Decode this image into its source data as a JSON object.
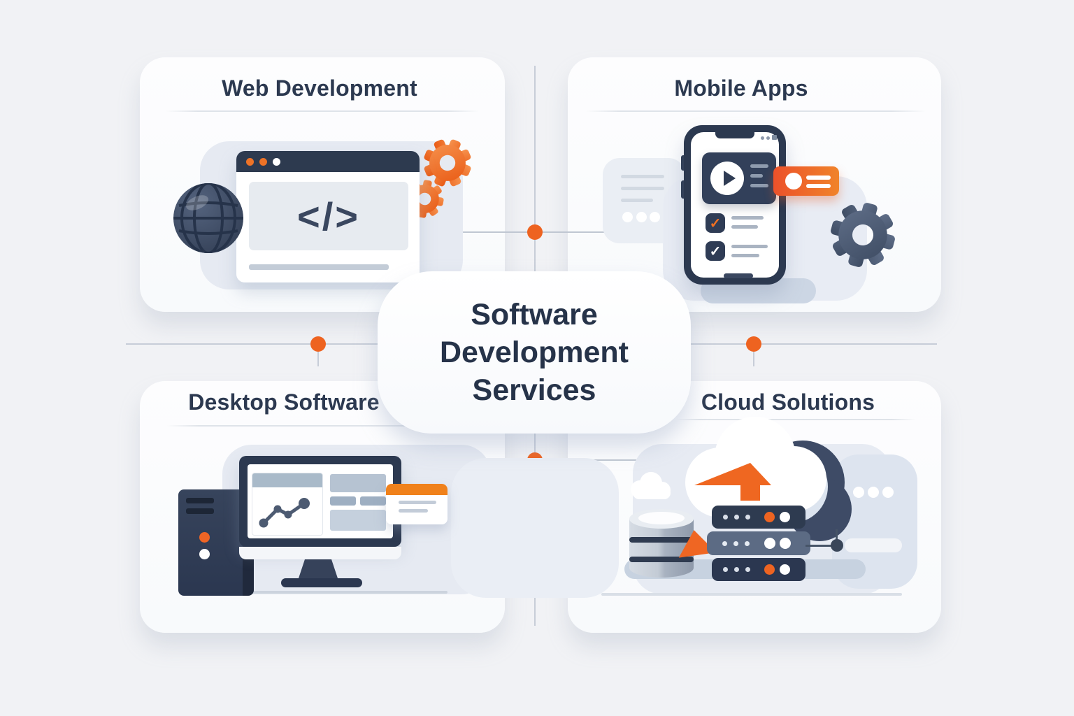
{
  "center_card": {
    "lines": [
      "Software",
      "Development",
      "Services"
    ]
  },
  "quadrants": {
    "web_development": {
      "title": "Web Development",
      "code_glyph": "</>",
      "icons": [
        "globe-icon",
        "browser-window-icon",
        "code-icon",
        "gear-icon",
        "gear-icon"
      ]
    },
    "mobile_apps": {
      "title": "Mobile Apps",
      "check_glyph": "✓",
      "icons": [
        "chat-bubble-icon",
        "smartphone-icon",
        "play-icon",
        "notification-badge-icon",
        "checkbox-icon",
        "checkbox-icon",
        "gear-icon"
      ]
    },
    "desktop_software": {
      "title": "Desktop Software",
      "icons": [
        "desktop-tower-icon",
        "monitor-icon",
        "line-chart-icon",
        "window-card-icon"
      ]
    },
    "cloud_solutions": {
      "title": "Cloud Solutions",
      "icons": [
        "cloud-icon",
        "upload-arrow-icon",
        "database-icon",
        "server-stack-icon"
      ]
    }
  },
  "colors": {
    "background": "#F1F2F5",
    "card_white": "#FBFCFE",
    "dark_navy": "#2E3B50",
    "accent_orange": "#EE6722",
    "panel_blue": "#E6EAF2",
    "connector_gray": "#C5CCD6"
  }
}
